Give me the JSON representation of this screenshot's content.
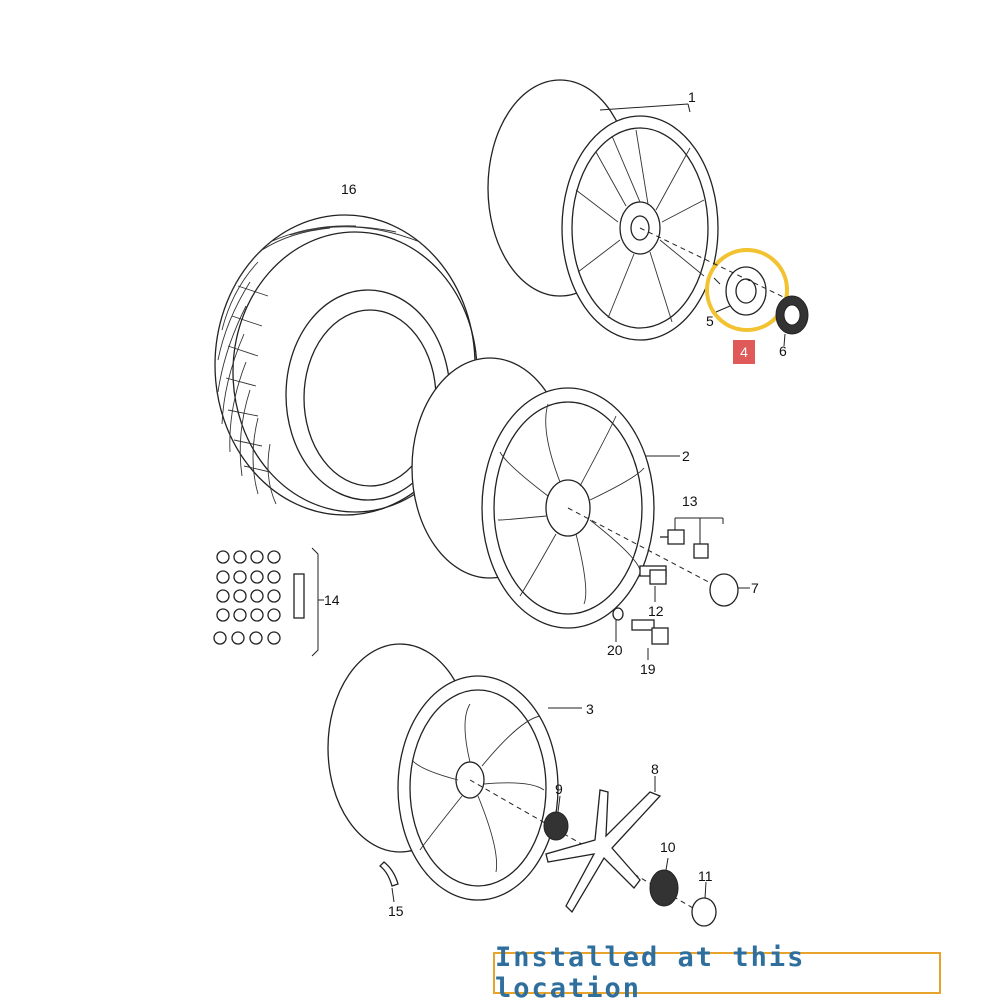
{
  "callouts": {
    "c1": "1",
    "c2": "2",
    "c3": "3",
    "c4": "4",
    "c5": "5",
    "c6": "6",
    "c7": "7",
    "c8": "8",
    "c9": "9",
    "c10": "10",
    "c11": "11",
    "c12": "12",
    "c13": "13",
    "c14": "14",
    "c15": "15",
    "c16": "16",
    "c19": "19",
    "c20": "20"
  },
  "highlight": {
    "part_number": "4",
    "circle_color": "#f2c230",
    "box_color": "#e05a5a"
  },
  "banner": {
    "text": "Installed at this location",
    "border_color": "#e7a32c",
    "text_color": "#2e6f9e"
  },
  "icons": {
    "wheel_1": "alloy-wheel-icon",
    "wheel_2": "alloy-wheel-icon",
    "wheel_3": "alloy-wheel-icon",
    "tyre": "tyre-icon",
    "hub_cap": "hub-cap-icon",
    "star_cap": "star-center-cap-icon"
  }
}
